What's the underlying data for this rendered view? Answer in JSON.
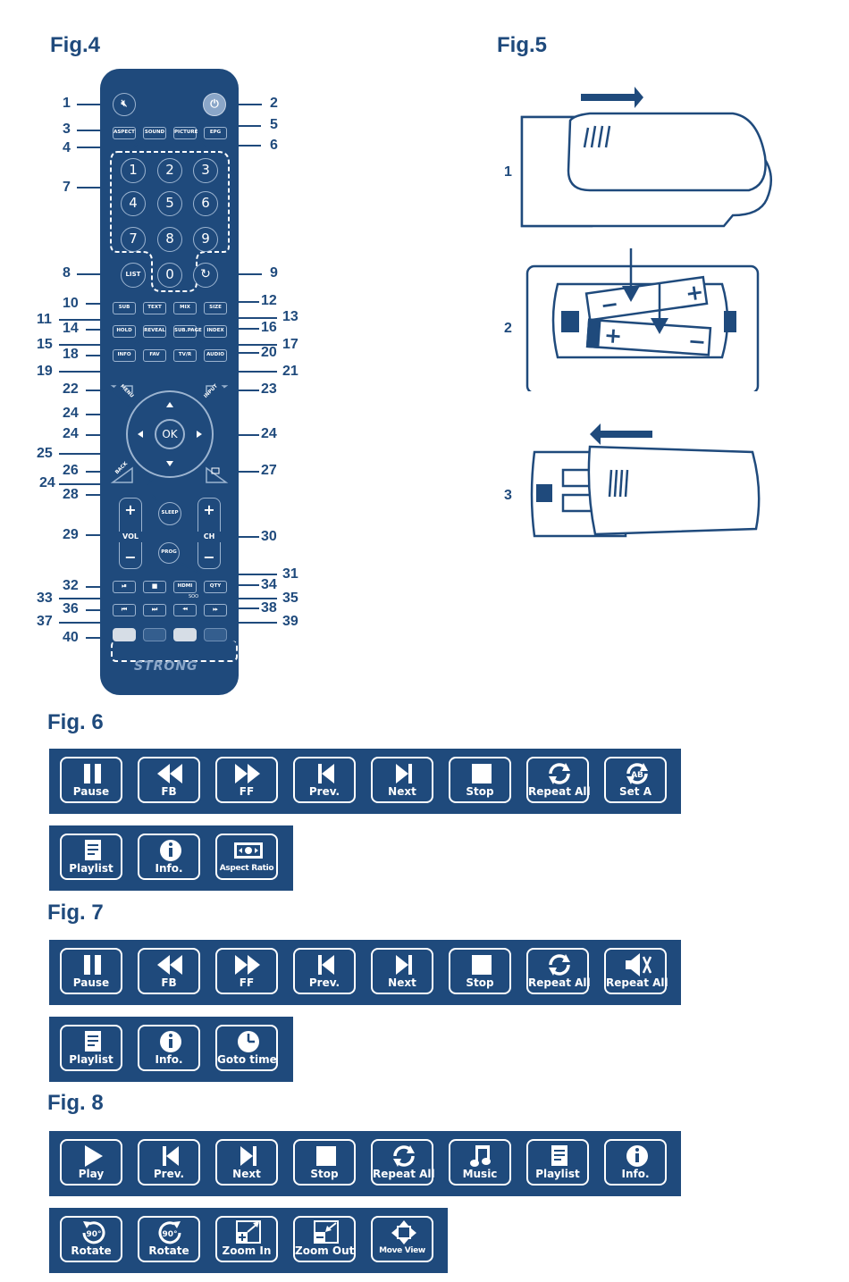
{
  "figures": {
    "fig4": "Fig.4",
    "fig5": "Fig.5",
    "fig6": "Fig. 6",
    "fig7": "Fig. 7",
    "fig8": "Fig. 8"
  },
  "remote": {
    "brand": "STRONG",
    "buttons": {
      "aspect": "ASPECT",
      "sound": "SOUND",
      "picture": "PICTURE",
      "epg": "EPG",
      "list": "LIST",
      "sub": "SUB",
      "text": "TEXT",
      "mix": "MIX",
      "size": "SIZE",
      "hold": "HOLD",
      "reveal": "REVEAL",
      "subpage": "SUB.PAGE",
      "index": "INDEX",
      "info": "INFO",
      "fav": "FAV",
      "tvr": "TV/R",
      "audio": "AUDIO",
      "menu": "MENU",
      "input": "INPUT",
      "ok": "OK",
      "back": "BACK",
      "sleep": "SLEEP",
      "vol": "VOL",
      "ch": "CH",
      "prog": "PROG",
      "hdmi": "HDMI",
      "qty": "QTY",
      "plus": "+",
      "minus": "−",
      "soo": "SOO"
    },
    "digits": [
      "1",
      "2",
      "3",
      "4",
      "5",
      "6",
      "7",
      "8",
      "9",
      "0"
    ],
    "callouts": [
      "1",
      "2",
      "3",
      "4",
      "5",
      "6",
      "7",
      "8",
      "9",
      "10",
      "11",
      "12",
      "13",
      "14",
      "15",
      "16",
      "17",
      "18",
      "19",
      "20",
      "21",
      "22",
      "23",
      "24",
      "24",
      "24",
      "24",
      "25",
      "26",
      "27",
      "28",
      "29",
      "30",
      "31",
      "32",
      "33",
      "34",
      "35",
      "36",
      "37",
      "38",
      "39",
      "40"
    ]
  },
  "fig5": {
    "steps": [
      "1",
      "2",
      "3"
    ]
  },
  "fig6": {
    "row1": [
      {
        "icon": "pause-icon",
        "label": "Pause"
      },
      {
        "icon": "fast-backward-icon",
        "label": "FB"
      },
      {
        "icon": "fast-forward-icon",
        "label": "FF"
      },
      {
        "icon": "previous-icon",
        "label": "Prev."
      },
      {
        "icon": "next-icon",
        "label": "Next"
      },
      {
        "icon": "stop-icon",
        "label": "Stop"
      },
      {
        "icon": "repeat-icon",
        "label": "Repeat All"
      },
      {
        "icon": "set-ab-icon",
        "label": "Set A"
      }
    ],
    "row2": [
      {
        "icon": "playlist-icon",
        "label": "Playlist"
      },
      {
        "icon": "info-icon",
        "label": "Info."
      },
      {
        "icon": "aspect-ratio-icon",
        "label": "Aspect Ratio"
      }
    ]
  },
  "fig7": {
    "row1": [
      {
        "icon": "pause-icon",
        "label": "Pause"
      },
      {
        "icon": "fast-backward-icon",
        "label": "FB"
      },
      {
        "icon": "fast-forward-icon",
        "label": "FF"
      },
      {
        "icon": "previous-icon",
        "label": "Prev."
      },
      {
        "icon": "next-icon",
        "label": "Next"
      },
      {
        "icon": "stop-icon",
        "label": "Stop"
      },
      {
        "icon": "repeat-icon",
        "label": "Repeat All"
      },
      {
        "icon": "mute-icon",
        "label": "Repeat All"
      }
    ],
    "row2": [
      {
        "icon": "playlist-icon",
        "label": "Playlist"
      },
      {
        "icon": "info-icon",
        "label": "Info."
      },
      {
        "icon": "clock-icon",
        "label": "Goto time"
      }
    ]
  },
  "fig8": {
    "row1": [
      {
        "icon": "play-icon",
        "label": "Play"
      },
      {
        "icon": "previous-icon",
        "label": "Prev."
      },
      {
        "icon": "next-icon",
        "label": "Next"
      },
      {
        "icon": "stop-icon",
        "label": "Stop"
      },
      {
        "icon": "repeat-icon",
        "label": "Repeat All"
      },
      {
        "icon": "music-icon",
        "label": "Music"
      },
      {
        "icon": "playlist-icon",
        "label": "Playlist"
      },
      {
        "icon": "info-icon",
        "label": "Info."
      }
    ],
    "row2": [
      {
        "icon": "rotate-ccw-90-icon",
        "label": "Rotate",
        "badge": "90°"
      },
      {
        "icon": "rotate-cw-90-icon",
        "label": "Rotate",
        "badge": "90°"
      },
      {
        "icon": "zoom-in-icon",
        "label": "Zoom In"
      },
      {
        "icon": "zoom-out-icon",
        "label": "Zoom Out"
      },
      {
        "icon": "move-view-icon",
        "label": "Move View"
      }
    ]
  },
  "colors": {
    "primary": "#1f4a7c",
    "border": "#9cb4d0",
    "background": "#ffffff"
  }
}
